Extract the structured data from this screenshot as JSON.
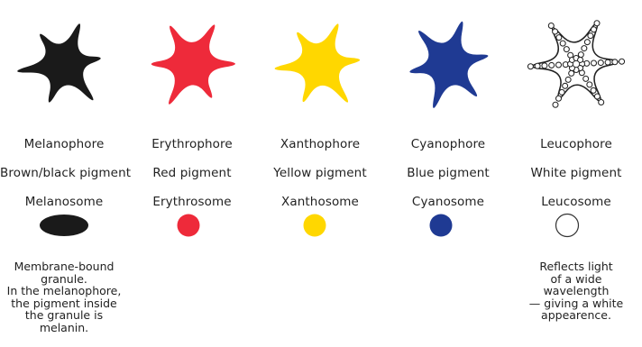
{
  "cells": [
    {
      "name": "Melanophore",
      "pigment": "Brown/black pigment",
      "organelle": "Melanosome",
      "color": "#1a1a1a",
      "granule_shape": "ellipse",
      "note": [
        "Membrane-bound",
        "granule.",
        "In the melanophore,",
        "the pigment inside",
        "the granule is",
        "melanin."
      ]
    },
    {
      "name": "Erythrophore",
      "pigment": "Red pigment",
      "organelle": "Erythrosome",
      "color": "#ee2a3a",
      "granule_shape": "circle"
    },
    {
      "name": "Xanthophore",
      "pigment": "Yellow pigment",
      "organelle": "Xanthosome",
      "color": "#ffd700",
      "granule_shape": "circle"
    },
    {
      "name": "Cyanophore",
      "pigment": "Blue pigment",
      "organelle": "Cyanosome",
      "color": "#1f3a93",
      "granule_shape": "circle"
    },
    {
      "name": "Leucophore",
      "pigment": "White pigment",
      "organelle": "Leucosome",
      "color": "#ffffff",
      "granule_shape": "circle-outline",
      "note": [
        "Reflects light",
        "of a wide",
        "wavelength",
        "— giving a white",
        "appearence."
      ]
    }
  ]
}
